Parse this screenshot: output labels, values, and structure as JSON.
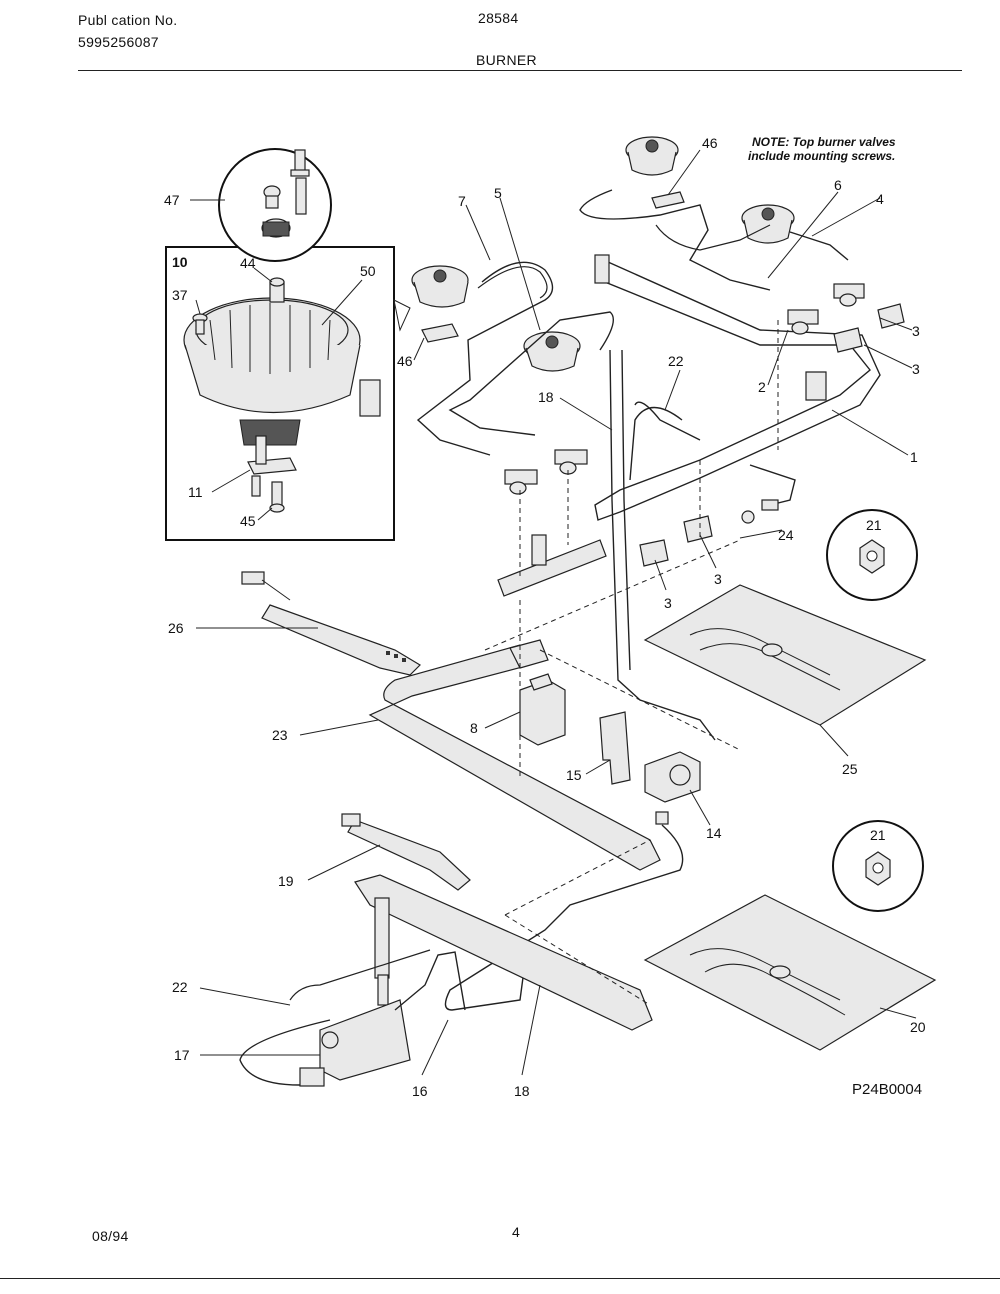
{
  "header": {
    "publication_label": "Publ cation No.",
    "publication_number": "5995256087",
    "model_number": "28584",
    "section_title": "BURNER"
  },
  "note": {
    "line1": "NOTE: Top burner valves",
    "line2": "include mounting screws."
  },
  "inset": {
    "label": "10"
  },
  "callouts": {
    "c47": "47",
    "c10": "10",
    "c44": "44",
    "c50": "50",
    "c37": "37",
    "c46a": "46",
    "c11": "11",
    "c45": "45",
    "c7": "7",
    "c5": "5",
    "c18a": "18",
    "c22a": "22",
    "c46b": "46",
    "c6": "6",
    "c4": "4",
    "c3a": "3",
    "c3b": "3",
    "c2": "2",
    "c1": "1",
    "c24": "24",
    "c3c": "3",
    "c3d": "3",
    "c21a": "21",
    "c26": "26",
    "c23": "23",
    "c8": "8",
    "c15": "15",
    "c14": "14",
    "c25": "25",
    "c21b": "21",
    "c19": "19",
    "c22b": "22",
    "c17": "17",
    "c16": "16",
    "c18b": "18",
    "c20": "20"
  },
  "figure_code": "P24B0004",
  "footer": {
    "date": "08/94",
    "page_number": "4"
  }
}
